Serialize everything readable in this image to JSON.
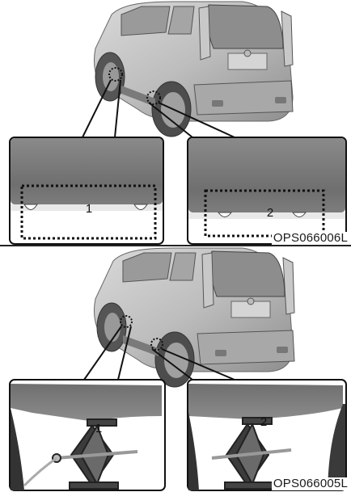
{
  "figures": [
    {
      "code": "OPS066006L",
      "callouts": [
        "1",
        "2"
      ]
    },
    {
      "code": "OPS066005L",
      "callouts": [
        "1",
        "2"
      ]
    }
  ]
}
